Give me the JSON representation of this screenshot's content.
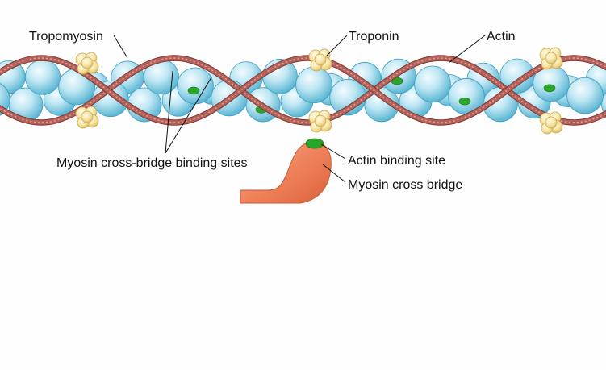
{
  "labels": {
    "tropomyosin": "Tropomyosin",
    "troponin": "Troponin",
    "actin": "Actin",
    "myosin_binding_sites": "Myosin cross-bridge binding sites",
    "actin_binding_site": "Actin binding site",
    "myosin_cross_bridge": "Myosin cross bridge"
  },
  "colors": {
    "actin_bead": "#a9dcec",
    "actin_bead_edge": "#3f9fbf",
    "binding_site": "#2aa52a",
    "tropomyosin": "#b4615a",
    "troponin": "#f3dc8c",
    "myosin": "#ef8a63"
  }
}
